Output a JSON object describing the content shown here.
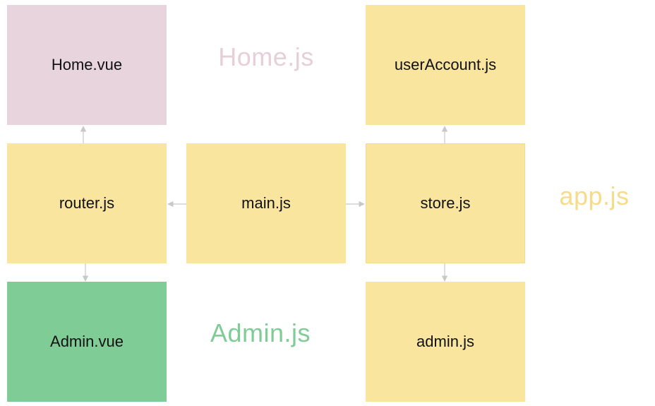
{
  "colors": {
    "home": "#e8d4dc",
    "core": "#f9e59e",
    "admin": "#80cc97",
    "home_label": "#e6cfd8",
    "app_label": "#f6dc8a",
    "admin_label": "#80cc97",
    "arrow": "#c8c8c8"
  },
  "modules": {
    "home_vue": "Home.vue",
    "router": "router.js",
    "admin_vue": "Admin.vue",
    "main": "main.js",
    "user_account": "userAccount.js",
    "store": "store.js",
    "admin_js": "admin.js"
  },
  "bundles": {
    "home": "Home.js",
    "admin": "Admin.js",
    "app": "app.js"
  }
}
